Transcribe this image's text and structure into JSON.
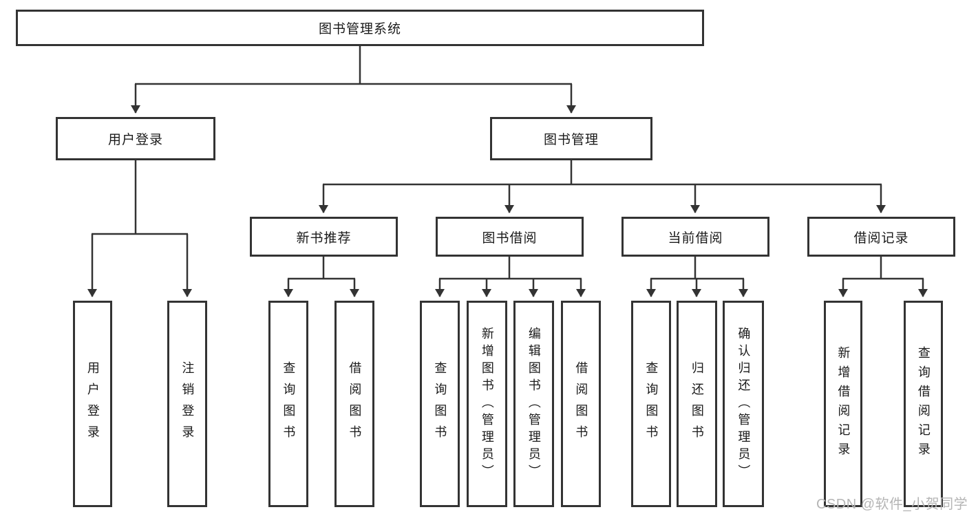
{
  "watermark": "CSDN @软件_小贺同学",
  "tree": {
    "root": "图书管理系统",
    "children": [
      {
        "label": "用户登录",
        "children": [
          "用户登录",
          "注销登录"
        ]
      },
      {
        "label": "图书管理",
        "children": [
          {
            "label": "新书推荐",
            "children": [
              "查询图书",
              "借阅图书"
            ]
          },
          {
            "label": "图书借阅",
            "children": [
              "查询图书",
              "新增图书（管理员）",
              "编辑图书（管理员）",
              "借阅图书"
            ]
          },
          {
            "label": "当前借阅",
            "children": [
              "查询图书",
              "归还图书",
              "确认归还（管理员）"
            ]
          },
          {
            "label": "借阅记录",
            "children": [
              "新增借阅记录",
              "查询借阅记录"
            ]
          }
        ]
      }
    ]
  },
  "colors": {
    "line": "#333333",
    "border": "#333333",
    "text": "#1a1a1a",
    "watermark": "#b5b5b5",
    "background": "#ffffff"
  }
}
